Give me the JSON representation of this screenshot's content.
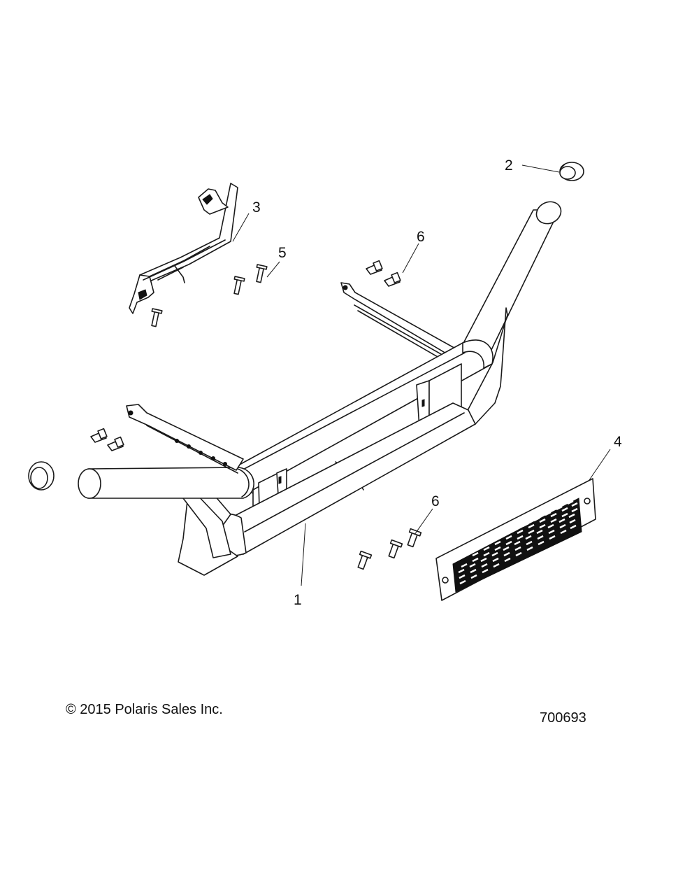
{
  "callouts": {
    "c1": "1",
    "c2": "2",
    "c3": "3",
    "c4": "4",
    "c5": "5",
    "c6a": "6",
    "c6b": "6"
  },
  "footer": {
    "copyright": "© 2015 Polaris Sales Inc.",
    "drawing_number": "700693"
  }
}
